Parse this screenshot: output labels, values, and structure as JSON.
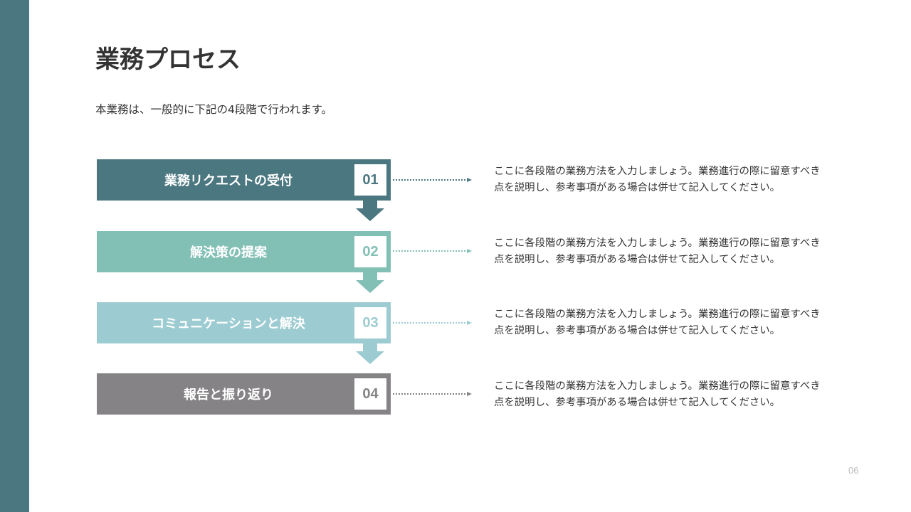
{
  "slide": {
    "title": "業務プロセス",
    "subtitle": "本業務は、一般的に下記の4段階で行われます。",
    "page_number": "06",
    "accent_color": "#4b7780"
  },
  "steps": [
    {
      "number": "01",
      "label": "業務リクエストの受付",
      "color": "#4b7780",
      "description_line1": "ここに各段階の業務方法を入力しましょう。業務進行の際に留意すべき",
      "description_line2": "点を説明し、参考事項がある場合は併せて記入してください。"
    },
    {
      "number": "02",
      "label": "解決策の提案",
      "color": "#82bfb5",
      "description_line1": "ここに各段階の業務方法を入力しましょう。業務進行の際に留意すべき",
      "description_line2": "点を説明し、参考事項がある場合は併せて記入してください。"
    },
    {
      "number": "03",
      "label": "コミュニケーションと解決",
      "color": "#9ccbd1",
      "description_line1": "ここに各段階の業務方法を入力しましょう。業務進行の際に留意すべき",
      "description_line2": "点を説明し、参考事項がある場合は併せて記入してください。"
    },
    {
      "number": "04",
      "label": "報告と振り返り",
      "color": "#858385",
      "description_line1": "ここに各段階の業務方法を入力しましょう。業務進行の際に留意すべき",
      "description_line2": "点を説明し、参考事項がある場合は併せて記入してください。"
    }
  ]
}
